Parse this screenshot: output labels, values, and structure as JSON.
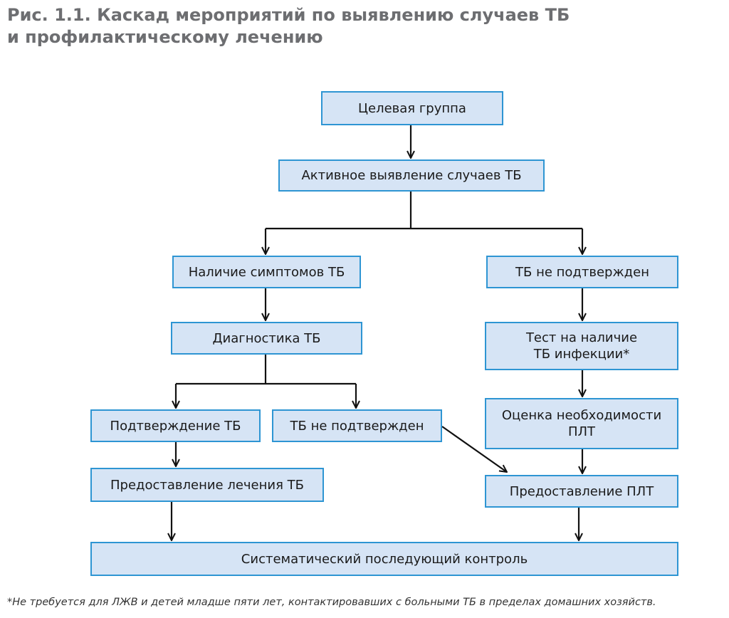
{
  "figure": {
    "title_line1": "Рис. 1.1. Каскад мероприятий по выявлению случаев ТБ",
    "title_line2": "и профилактическому лечению",
    "footnote": "*Не требуется для ЛЖВ и детей младше пяти лет, контактировавших с больными ТБ в пределах домашних хозяйств."
  },
  "nodes": {
    "target_group": "Целевая группа",
    "active_case_finding": "Активное выявление случаев ТБ",
    "tb_symptoms": "Наличие симптомов ТБ",
    "tb_not_confirmed_right": "ТБ не подтвержден",
    "tb_diagnostics": "Диагностика ТБ",
    "tb_infection_test_line1": "Тест на наличие",
    "tb_infection_test_line2": "ТБ инфекции*",
    "tb_confirmation": "Подтверждение ТБ",
    "tb_not_confirmed_center": "ТБ не подтвержден",
    "plt_need_line1": "Оценка необходимости",
    "plt_need_line2": "ПЛТ",
    "tb_treatment": "Предоставление лечения ТБ",
    "plt_provision": "Предоставление ПЛТ",
    "follow_up": "Систематический последующий контроль"
  },
  "colors": {
    "box_fill": "#d6e4f5",
    "box_border": "#2e95d3",
    "title_text": "#6d6e71",
    "arrow": "#111111"
  }
}
